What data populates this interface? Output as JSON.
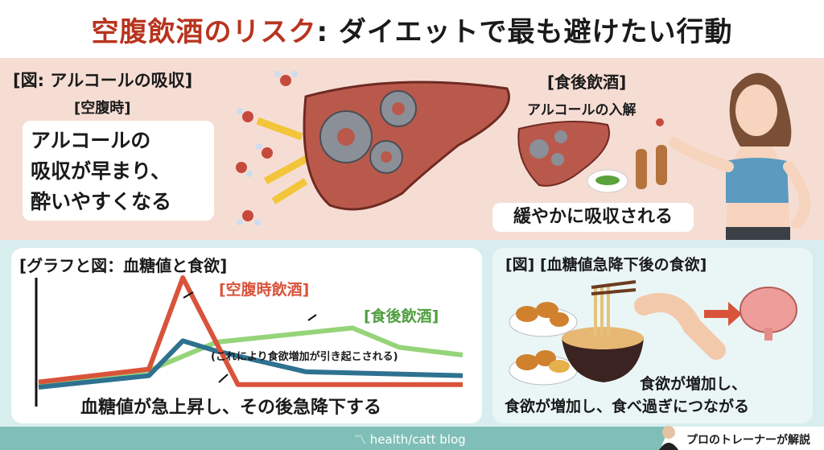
{
  "title": {
    "red": "空腹飲酒のリスク",
    "rest": ": ダイエットで最も避けたい行動"
  },
  "top_left": {
    "heading": "[図: アルコールの吸収]",
    "sub": "[空腹時]",
    "lines": [
      "アルコールの",
      "吸収が早まり、",
      "酔いやすくなる"
    ]
  },
  "top_right": {
    "heading": "[食後飲酒]",
    "sub": "アルコールの入解",
    "caption": "緩やかに吸収される"
  },
  "graph_card": {
    "heading": "[グラフと図：血糖値と食欲]",
    "note": "(これにより食欲増加が引き起こされる)",
    "caption": "血糖値が急上昇し、その後急降下する"
  },
  "appetite_card": {
    "heading": "[図] [血糖値急降下後の食欲]",
    "line1": "食欲が増加し、",
    "line2": "食欲が増加し、食べ過ぎにつながる"
  },
  "footer": {
    "brand": "health/catt blog",
    "trainer": "プロのトレーナーが解説"
  },
  "colors": {
    "red": "#d9533a",
    "blue": "#2f7190",
    "green": "#96d47a",
    "title_red": "#b8341f"
  },
  "chart_data": {
    "type": "line",
    "title": "[グラフと図：血糖値と食欲]",
    "xlabel": "",
    "ylabel": "",
    "xlim": [
      0,
      10
    ],
    "ylim": [
      0,
      100
    ],
    "grid": false,
    "series": [
      {
        "name": "[空腹時飲酒]",
        "color": "#d9533a",
        "x": [
          0,
          2.6,
          3.4,
          4.7,
          10
        ],
        "y": [
          19,
          29,
          100,
          17,
          17
        ]
      },
      {
        "name": "",
        "color": "#2f7190",
        "x": [
          0,
          2.6,
          3.4,
          4.2,
          6.3,
          10
        ],
        "y": [
          15,
          24,
          51,
          43,
          27,
          24
        ]
      },
      {
        "name": "[食後飲酒]",
        "color": "#96d47a",
        "x": [
          0,
          2.6,
          4.2,
          7.4,
          8.5,
          10
        ],
        "y": [
          17,
          28,
          50,
          61,
          46,
          40
        ]
      }
    ]
  }
}
